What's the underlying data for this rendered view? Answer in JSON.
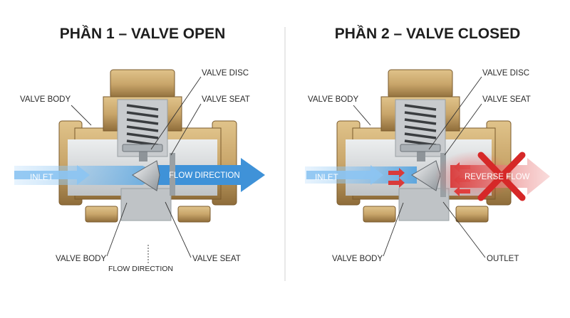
{
  "panels": [
    {
      "title": "PHẦN 1 – VALVE OPEN",
      "labels": {
        "valve_body_top": "VALVE BODY",
        "valve_disc": "VALVE DISC",
        "valve_seat_top": "VALVE SEAT",
        "inlet": "INLET",
        "flow": "FLOW DIRECTION",
        "valve_body_bottom": "VALVE BODY",
        "flow_direction_bottom": "FLOW DIRECTION",
        "valve_seat_bottom": "VALVE SEAT"
      }
    },
    {
      "title": "PHẦN 2 – VALVE CLOSED",
      "labels": {
        "valve_body_top": "VALVE BODY",
        "valve_disc": "VALVE DISC",
        "valve_seat_top": "VALVE SEAT",
        "inlet": "INLET",
        "reverse_flow": "REVERSE FLOW",
        "valve_body_bottom": "VALVE BODY",
        "outlet": "OUTLET"
      }
    }
  ],
  "colors": {
    "brass": "#c9a66b",
    "brass_dark": "#8f6d3a",
    "cut_face": "#d8dadc",
    "flow_blue": "#4a9fe0",
    "reverse_red": "#d93a3a",
    "divider": "#d0d0d0"
  }
}
